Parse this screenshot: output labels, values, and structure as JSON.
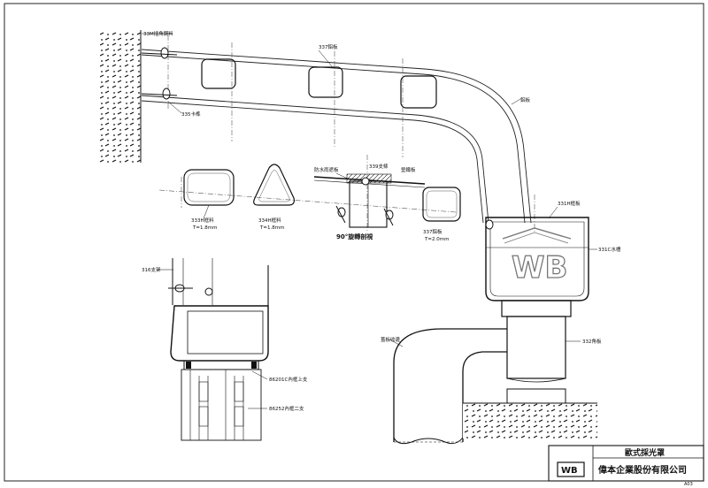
{
  "labels": {
    "top_corner": "33M插角鋼料",
    "top_profile": "337鋁板",
    "frame_top": "335卡榫",
    "arc_label": "鋁板",
    "waterproof": "防水雨遮板",
    "part_339": "339支條",
    "seal": "墊鐵板",
    "section_rect_1": "333H框料",
    "section_rect_1_t": "T=1.8mm",
    "section_tri": "334H框料",
    "section_tri_t": "T=1.8mm",
    "section_rect_2": "337鋁板",
    "section_rect_2_t": "T=2.0mm",
    "rotate_view": "90°旋轉剖視",
    "part_331": "331H框板",
    "part_331c": "331C水槽",
    "part_316": "316支架",
    "part_332": "332角板",
    "cover": "蓋板收邊",
    "part_86201c": "86201C內框上支",
    "part_86252": "86252內框二支"
  },
  "watermark": "WB",
  "title_block": {
    "title": "歐式採光罩",
    "company": "偉本企業股份有限公司",
    "logo": "WB",
    "sheet_no": "A03"
  }
}
